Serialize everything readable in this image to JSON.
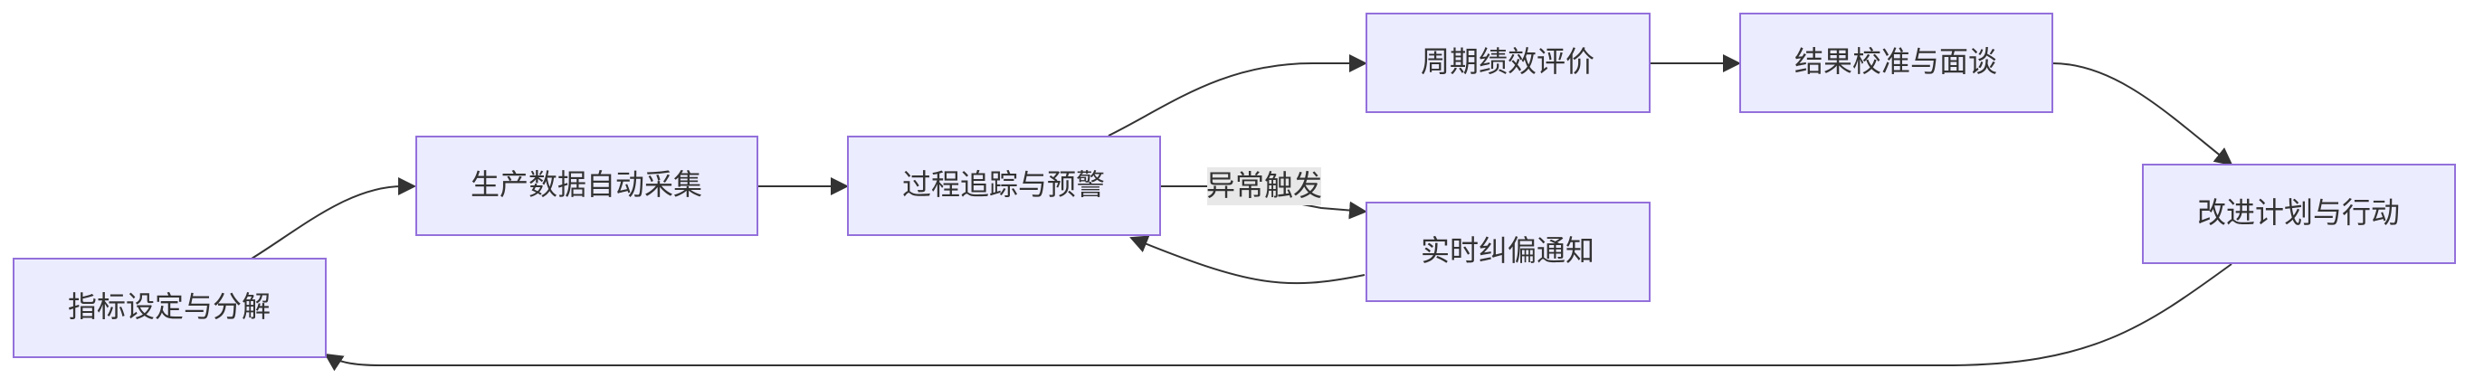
{
  "nodes": {
    "n1": {
      "label": "指标设定与分解"
    },
    "n2": {
      "label": "生产数据自动采集"
    },
    "n3": {
      "label": "过程追踪与预警"
    },
    "n4": {
      "label": "周期绩效评价"
    },
    "n5": {
      "label": "实时纠偏通知"
    },
    "n6": {
      "label": "结果校准与面谈"
    },
    "n7": {
      "label": "改进计划与行动"
    }
  },
  "edges": {
    "e1": {
      "from": "n1",
      "to": "n2"
    },
    "e2": {
      "from": "n2",
      "to": "n3"
    },
    "e3": {
      "from": "n3",
      "to": "n4"
    },
    "e4": {
      "from": "n3",
      "to": "n5",
      "label": "异常触发"
    },
    "e5": {
      "from": "n5",
      "to": "n3"
    },
    "e6": {
      "from": "n4",
      "to": "n6"
    },
    "e7": {
      "from": "n6",
      "to": "n7"
    },
    "e8": {
      "from": "n7",
      "to": "n1"
    }
  },
  "colors": {
    "node_fill": "#ececff",
    "node_stroke": "#9370db",
    "edge": "#333333",
    "text": "#333333",
    "edge_label_bg": "#e8e8e8"
  }
}
